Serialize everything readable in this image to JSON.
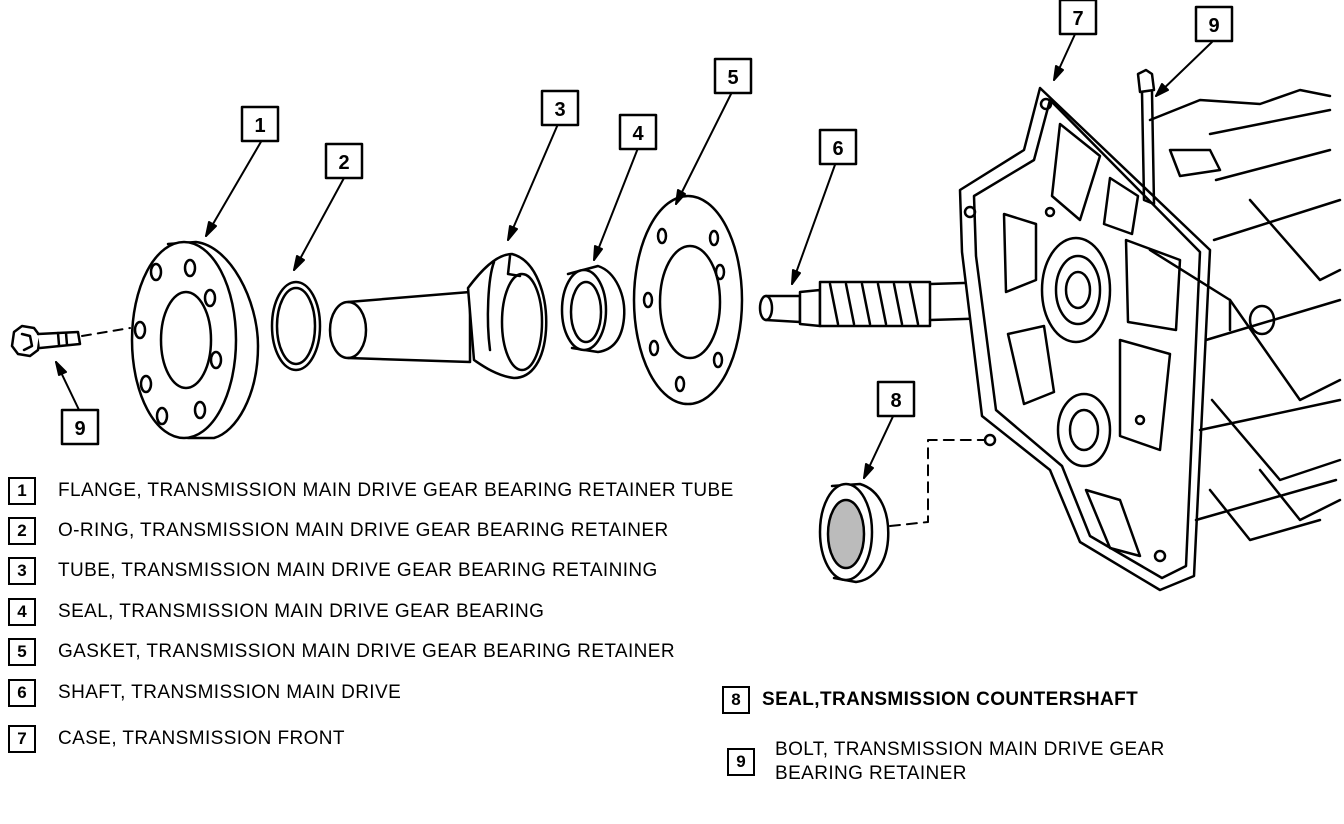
{
  "callouts": [
    "1",
    "2",
    "3",
    "4",
    "5",
    "6",
    "7",
    "8",
    "9",
    "9"
  ],
  "legend": {
    "items": [
      {
        "number": "1",
        "text": "FLANGE, TRANSMISSION MAIN DRIVE GEAR BEARING RETAINER TUBE"
      },
      {
        "number": "2",
        "text": "O-RING, TRANSMISSION MAIN DRIVE GEAR BEARING RETAINER"
      },
      {
        "number": "3",
        "text": "TUBE, TRANSMISSION MAIN DRIVE GEAR BEARING RETAINING"
      },
      {
        "number": "4",
        "text": "SEAL, TRANSMISSION MAIN DRIVE GEAR BEARING"
      },
      {
        "number": "5",
        "text": "GASKET, TRANSMISSION MAIN DRIVE GEAR BEARING RETAINER"
      },
      {
        "number": "6",
        "text": "SHAFT, TRANSMISSION MAIN DRIVE"
      },
      {
        "number": "7",
        "text": "CASE, TRANSMISSION FRONT"
      },
      {
        "number": "8",
        "text": "SEAL,TRANSMISSION COUNTERSHAFT"
      },
      {
        "number": "9",
        "text": "BOLT, TRANSMISSION MAIN DRIVE GEAR BEARING RETAINER"
      }
    ]
  }
}
